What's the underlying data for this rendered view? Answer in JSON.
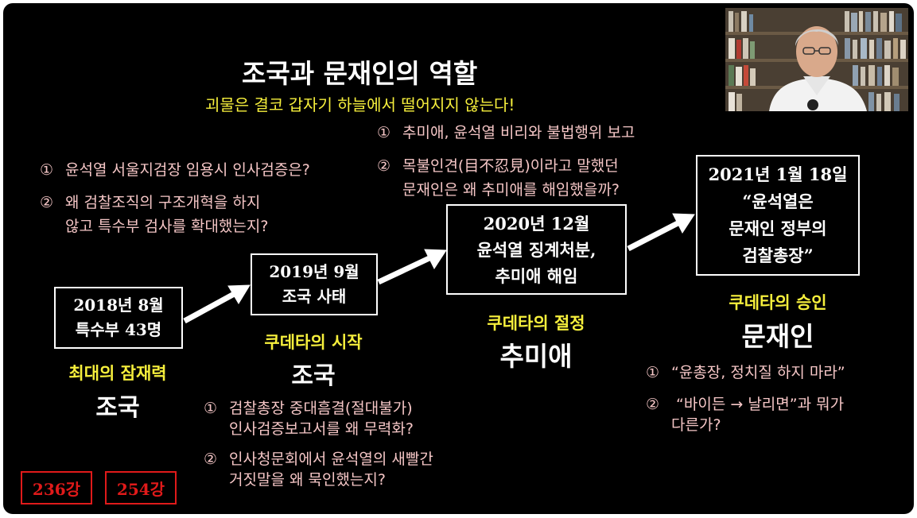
{
  "title": "조국과 문재인의 역할",
  "subtitle": "괴물은 결코 갑자기 하늘에서 떨어지지 않는다!",
  "left_questions": [
    {
      "num": "①",
      "lines": [
        "윤석열 서울지검장 임용시 인사검증은?"
      ]
    },
    {
      "num": "②",
      "lines": [
        "왜 검찰조직의 구조개혁을 하지",
        "않고 특수부 검사를 확대했는지?"
      ]
    }
  ],
  "top_questions": [
    {
      "num": "①",
      "lines": [
        "추미애, 윤석열 비리와 불법행위 보고"
      ]
    },
    {
      "num": "②",
      "lines": [
        "목불인견(目不忍見)이라고 말했던",
        "문재인은 왜 추미애를 해임했을까?"
      ]
    }
  ],
  "bottom_questions": [
    {
      "num": "①",
      "lines": [
        "검찰총장 중대흠결(절대불가)",
        "인사검증보고서를 왜 무력화?"
      ]
    },
    {
      "num": "②",
      "lines": [
        "인사청문회에서 윤석열의 새빨간",
        "거짓말을 왜 묵인했는지?"
      ]
    }
  ],
  "right_questions": [
    {
      "num": "①",
      "lines": [
        "“윤총장, 정치질 하지 마라”"
      ]
    },
    {
      "num": "②",
      "lines": [
        " “바이든 → 날리면”과 뭐가",
        "다른가?"
      ]
    }
  ],
  "timeline": [
    {
      "box": [
        "2018년 8월",
        "특수부 43명"
      ],
      "role": "최대의 잠재력",
      "person": "조국"
    },
    {
      "box": [
        "2019년 9월",
        "조국 사태"
      ],
      "role": "쿠데타의 시작",
      "person": "조국"
    },
    {
      "box": [
        "2020년 12월",
        "윤석열 징계처분,",
        "추미애 해임"
      ],
      "role": "쿠데타의 절정",
      "person": "추미애"
    },
    {
      "box": [
        "2021년 1월 18일",
        "“윤석열은",
        "문재인 정부의",
        "검찰총장”"
      ],
      "role": "쿠데타의 승인",
      "person": "문재인"
    }
  ],
  "badges": [
    "236강",
    "254강"
  ],
  "colors": {
    "background": "#000000",
    "accent_yellow": "#f6ef3c",
    "question_pink": "#f5c6c6",
    "badge_red": "#e01a1a"
  },
  "webcam_icon": "presenter-webcam-icon"
}
